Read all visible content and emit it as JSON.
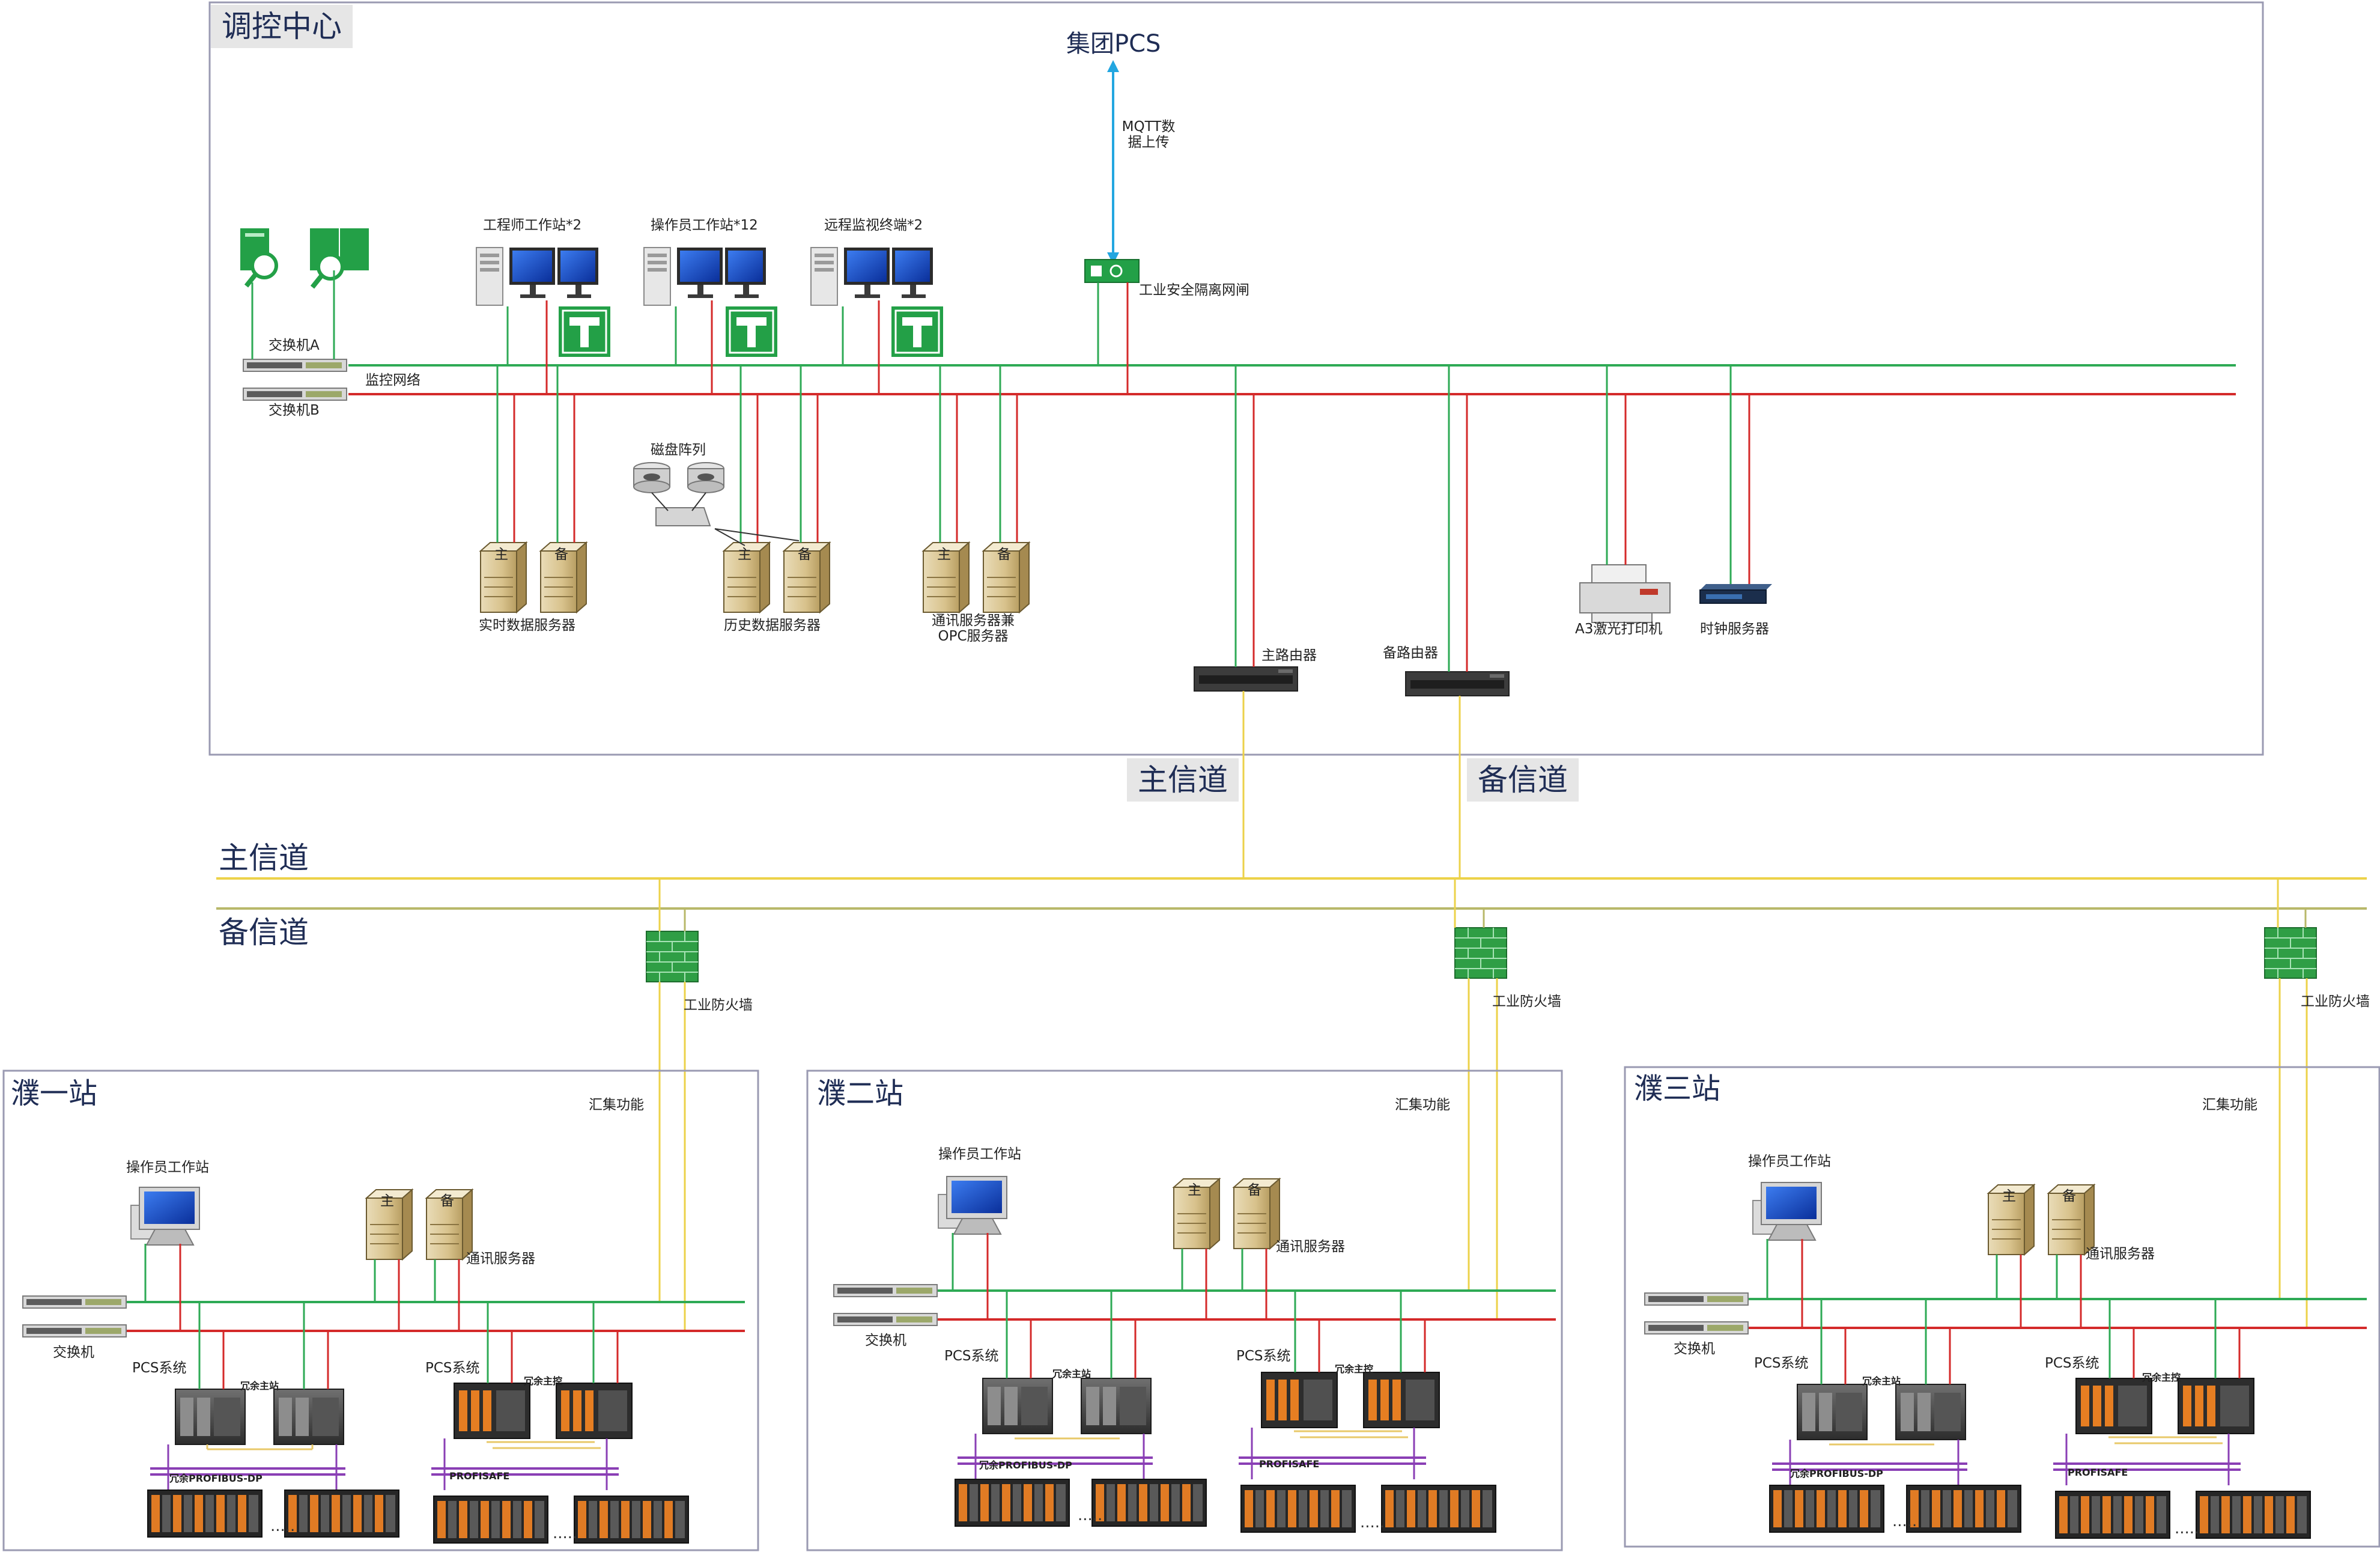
{
  "center": {
    "title": "调控中心",
    "group_pcs": "集团PCS",
    "mqtt": [
      "MQTT数",
      "据上传"
    ],
    "gateway": "工业安全隔离网闸",
    "switch_a": "交换机A",
    "switch_b": "交换机B",
    "monitor_net": "监控网络",
    "ws_engineer": "工程师工作站*2",
    "ws_operator": "操作员工作站*12",
    "ws_remote": "远程监视终端*2",
    "disk_array": "磁盘阵列",
    "srv_realtime": "实时数据服务器",
    "srv_history": "历史数据服务器",
    "srv_comm": [
      "通讯服务器兼",
      "OPC服务器"
    ],
    "printer": "A3激光打印机",
    "clock": "时钟服务器",
    "main_router": "主路由器",
    "backup_router": "备路由器",
    "main_label": "主",
    "backup_label": "备",
    "t_glyph": "T"
  },
  "channels": {
    "main_box": "主信道",
    "backup_box": "备信道",
    "main_line": "主信道",
    "backup_line": "备信道",
    "firewall": "工业防火墙"
  },
  "stations": [
    {
      "title": "濮一站",
      "summary": "汇集功能",
      "operator": "操作员工作站",
      "comm": "通讯服务器",
      "switch": "交换机",
      "pcs": "PCS系统",
      "redundant_a": "冗余主站",
      "redundant_b": "冗余主控",
      "bus_a": "冗余PROFIBUS-DP",
      "bus_b": "PROFISAFE"
    },
    {
      "title": "濮二站",
      "summary": "汇集功能",
      "operator": "操作员工作站",
      "comm": "通讯服务器",
      "switch": "交换机",
      "pcs": "PCS系统",
      "redundant_a": "冗余主站",
      "redundant_b": "冗余主控",
      "bus_a": "冗余PROFIBUS-DP",
      "bus_b": "PROFISAFE"
    },
    {
      "title": "濮三站",
      "summary": "汇集功能",
      "operator": "操作员工作站",
      "comm": "通讯服务器",
      "switch": "交换机",
      "pcs": "PCS系统",
      "redundant_a": "冗余主站",
      "redundant_b": "冗余主控",
      "bus_a": "冗余PROFIBUS-DP",
      "bus_b": "PROFISAFE"
    }
  ],
  "colors": {
    "net_a": "#2eaa55",
    "net_b": "#d42a2a",
    "main_channel": "#ecd24a",
    "backup_channel": "#b8b86a",
    "uplink": "#22a6e0",
    "firewall": "#2f9e45",
    "frame": "#9a9ab2",
    "bus_purple": "#8a3fb5",
    "bus_yellow": "#e8c96a"
  }
}
